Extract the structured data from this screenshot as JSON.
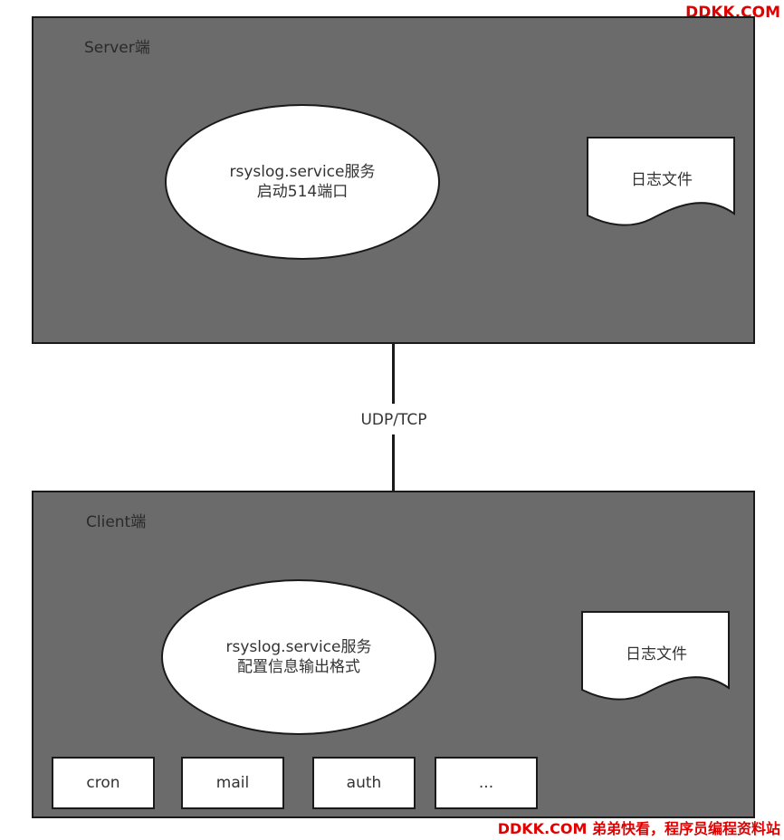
{
  "watermark": {
    "top": "DDKK.COM",
    "bottom": "DDKK.COM 弟弟快看，程序员编程资料站"
  },
  "server": {
    "title": "Server端",
    "service_line1": "rsyslog.service服务",
    "service_line2": "启动514端口",
    "log_file": "日志文件"
  },
  "connection": {
    "protocol": "UDP/TCP"
  },
  "client": {
    "title": "Client端",
    "service_line1": "rsyslog.service服务",
    "service_line2": "配置信息输出格式",
    "log_file": "日志文件",
    "sources": [
      "cron",
      "mail",
      "auth",
      "..."
    ]
  }
}
